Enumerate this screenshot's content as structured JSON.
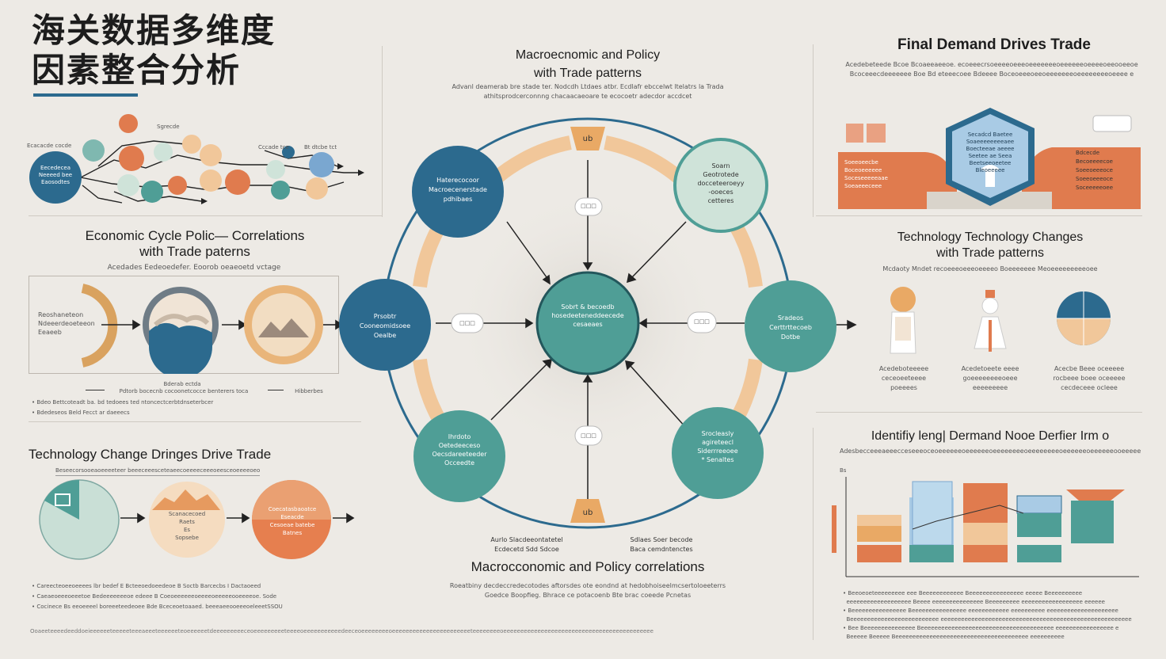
{
  "header": {
    "title_line1": "海关数据多维度",
    "title_line2": "因素整合分析"
  },
  "center": {
    "title_line1": "Macroecnomic and Policy",
    "title_line2": "with Trade patterns",
    "subtitle_line1": "Advanl deamerab bre stade ter. Nodcdh Ltdaes atbr. Ecdlafr ebccelwt ltelatrs la Trada",
    "subtitle_line2": "athitsprodcerconnng chacaacaeoare te ecocoetr adecdor accdcet",
    "hub": "Sobrt & becoedb\nhosedeeteneddeecede\ncesaeaes",
    "node_top_left": "Haterecocoor\nMacroecenerstade\npdhibaes",
    "node_top_right": "Soarn\nGeotrotede\ndocceteeroeyy\n-ooeces\ncetteres",
    "node_left": "Prsobtr\nCooneomidsoee\nOealbe",
    "node_right": "Sradeos\nCerttrttecoeb\nDotbe",
    "node_bottom_left": "Ihrdoto\nOetedeeceso\nOecsdareeteeder\nOcceedte",
    "node_bottom_right": "Srocleasly\nagireteecl\nSiderrreeoee\n* Senaltes",
    "pill_top": "□□□",
    "pill_left": "□□□",
    "pill_right": "□□□",
    "pill_bottom": "□□□",
    "arc_top": "ub",
    "arc_bottom": "ub",
    "label_bottom_left_1": "Aurlo Slacdeeontatetel",
    "label_bottom_left_2": "Ecdecetd Sdd Sdcoe",
    "label_bottom_right_1": "Sdlaes Soer becode",
    "label_bottom_right_2": "Baca cemdntenctes",
    "bottom_title": "Macrocconomic and Policy correlations",
    "bottom_sub_1": "Roeatbiny decdeccredecotodes aftorsdes ote eondnd at hedobhoiseelmcsertoloeeterrs",
    "bottom_sub_2": "Goedce Boopfieg. Bhrace ce potacoenb Bte brac coeede Pcnetas"
  },
  "top_left": {
    "left_label": "Ecacacde cocde",
    "top_label": "Sgrecde",
    "mid_label": "Cccade tce",
    "right_label": "Bt dtcbe tct",
    "circle_main": "Eecedecea\nNeeeed bee\nEaosodtes"
  },
  "econ_cycle": {
    "title_line1": "Economic Cycle Polic— Correlations",
    "title_line2": "with Trade paterns",
    "subtitle": "Acedades Eedeoedefer. Eoorob oeaeoetd vctage",
    "left_text": "Reoshaneteon\nNdeeerdeoeteeon\nEeaeeb",
    "caption_1": "Bderab ectda",
    "caption_2": "Pdtorb bocecnb cocoonetcocce benterers toca",
    "caption_3": "Hibberbes",
    "bullets": [
      "Bdeo Bettcoteadt ba. bd tedoees ted ntoncectcerbtdnseterbcer",
      "Bdedeseos Beld Fecct ar daeeecs"
    ]
  },
  "tech_left": {
    "title": "Technology Change Dringes Drive Trade",
    "subtitle": "Beseecorsooeaoeeeeteer beeeceeesceteaeecoeeeeceeeoeesceoeeeeoeoeeeeoeee",
    "circle2_text": "Scanacecoed\nRaets\nEs\nSopsebe",
    "circle3_text": "Coecatasbaoatce\nEseacde\nCesoeae batebe\nBatnes",
    "bullets": [
      "Careecteoeeoeeees lbr bedef E Bcteeoedoeedeoe B Soctb Barcecbs I Dactaoeed",
      "Caeaeoeeeoeeetoe Bedeeeeeeeoe edeee B Coeoeeeeeeoeeeeoeeeeeooeeeeoe. Sode",
      "Cocinece Bs eeoeeeel boreeeteedeoee Bde Bceceoetoaaed. beeeaeeooeeeoeleeetSSOU"
    ],
    "footer": "Ooaeeteeeedeeddoeieeeeeeteeeeeteeeaeeeteeeeeeteoeeeeeetdeeeeeeeeeceoeeeeeeeeeteeeeoeeeeeeeeeeedeeceoeeeeeeeeoeeeeeeeeeeeeeeeeeeeeeeeteeeeeeeeoeeeeeeeeeeeeeeeeeeeeeeeeeeeeeeeeeeeeeeeeeeee"
  },
  "final_demand": {
    "title": "Final Demand Drives Trade",
    "subtitle_line1": "Acedebeteede Bcoe Bcoaeeaeeoe. ecoeeecrsoeeeeoeeeoeeeeeeeoeeeeeeoeeeeoeeooeeoe",
    "subtitle_line2": "Bcoceeecdeeeeeee Boe Bd eteeecoee Bdeeee Boceoeeeoeeoeeeeeeeoeeeeeeeeoeeee e",
    "hex_text": "Secadcd Baetee\nSoaeeeeeeeeaee\nBoecteeae aeeee\nSeetee ae Seea\nBeetseeoeetee\nBleoeeeee",
    "left_labels": [
      "Soeeoeecbe",
      "Boceoeeeeee",
      "Soceseeeeeaae",
      "Soeaeeeceee"
    ],
    "right_labels": [
      "Bdcecde",
      "Becoeeeecoe",
      "Soeeoeeeoce",
      "Soeeoeeeoce",
      "Soceeeeeoee"
    ]
  },
  "tech_right": {
    "title_line1": "Technology Technology Changes",
    "title_line2": "with Trade patterns",
    "subtitle": "Mcdaoty Mndet recoeeeoeeeoeeeeo Boeeeeeee Meoeeeeeeeeeoee",
    "captions": [
      "Acedeboteeeee\nceceoeeteeee\npoeeees",
      "Acedetoeete eeee\ngoeeeeeeeeoeee\neeeeeeeee",
      "Acecbe Beee oceeeee\nrocbeee boee oceeeee\ncecdeceee ocleee"
    ]
  },
  "identify": {
    "title": "Identifiy leng| Dermand Nooe Derfier Irm o",
    "subtitle": "Adesbecceeeaeeecceseeeoceoeeeeeeoeeeeeeoeeeeeeeeoeeeeeeeeoeeeeeeoeeeeeeooeeeeee",
    "y_label": "Bs",
    "bullets": [
      "Beeoeoeteeeeeeeee eee Beeeeeeeeeeee Beeeeeeeeeeeeeeee eeeee Beeeeeeeeee",
      "eeeeeeeeeeeeeeeeeee Beeee eeeeeeeeeeeeeee Beeeeeeeee eeeeeeeeeeeeeeeeee eeeeee",
      "Beeeeeeeeeeeeeeee Beeeeeeeeeeeeeeee eeeeeeeeeeee eeeeeeeeee eeeeeeeeeeeeeeeeeeeee",
      "Beeeeeeeeeeeeeeeeeeeeeeeeee eeeeeeeeeeeeeeeeeeeeeeeeeeeeeeeeeeeeeeeeeeeeeeeeeeeeeeee",
      "Bee Beeeeeeeeeeeeeee Beeeeeeeeeeeeeeeeeeeeeeeeeeeeeeeeeeeeeee eeeeeeeeeeeeeeeee e",
      "Beeeee Beeeee Beeeeeeeeeeeeeeeeeeeeeeeeeeeeeeeeeeeeeee eeeeeeeeee"
    ]
  },
  "colors": {
    "navy": "#2c6a8e",
    "teal": "#4f9e96",
    "orange": "#e07b4e",
    "peach": "#f1c79a",
    "mint": "#cfe3d9",
    "bg": "#edeae5"
  }
}
